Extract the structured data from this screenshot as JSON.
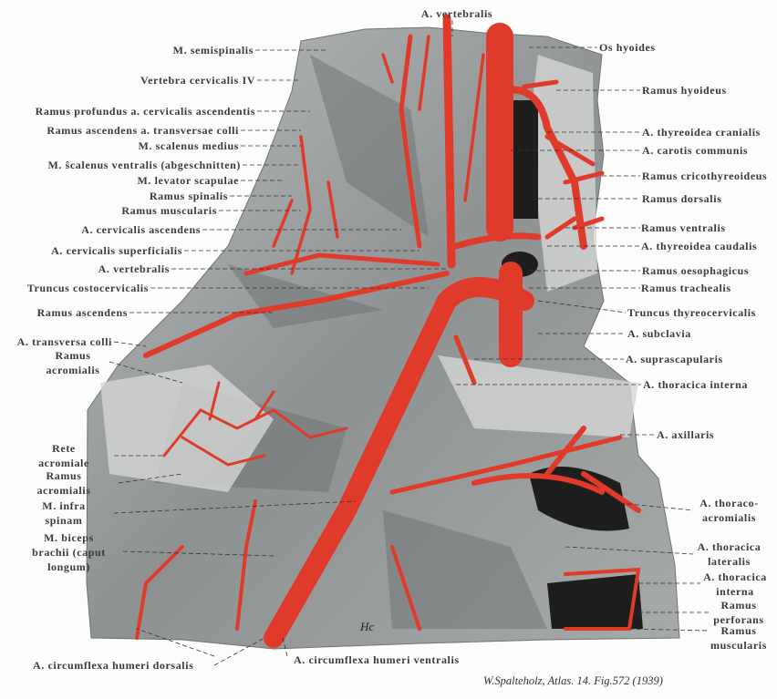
{
  "figure": {
    "credit": "W.Spalteholz, Atlas. 14. Fig.572 (1939)",
    "colors": {
      "artery": "#e03a2a",
      "tissue": "#9a9d9d",
      "background": "#fdfdfb",
      "text": "#3a3a3a"
    },
    "top_label": "A. vertebralis",
    "left_labels": [
      "M. semispinalis",
      "Vertebra cervicalis IV",
      "Ramus profundus a. cervicalis ascendentis",
      "Ramus ascendens a. transversae colli",
      "M. scalenus medius",
      "M. ŝcalenus ventralis (abgeschnitten)",
      "M. levator scapulae",
      "Ramus spinalis",
      "Ramus muscularis",
      "A. cervicalis ascendens",
      "A. cervicalis superficialis",
      "A. vertebralis",
      "Truncus costocervicalis",
      "Ramus ascendens",
      "A. transversa colli"
    ],
    "left_multiline": [
      [
        "Ramus",
        "acromialis"
      ],
      [
        "Rete",
        "acromiale"
      ],
      [
        "Ramus",
        "acromialis"
      ],
      [
        "M. infra",
        "spinam"
      ],
      [
        "M. biceps",
        "brachii (caput",
        "longum)"
      ]
    ],
    "right_labels": [
      "Os hyoides",
      "Ramus hyoideus",
      "A. thyreoidea cranialis",
      "A. carotis communis",
      "Ramus cricothyreoideus",
      "Ramus dorsalis",
      "Ramus ventralis",
      "A. thyreoidea caudalis",
      "Ramus oesophagicus",
      "Ramus trachealis",
      "Truncus thyreocervicalis",
      "A. subclavia",
      "A. suprascapularis",
      "A. thoracica interna",
      "A. axillaris"
    ],
    "right_multiline": [
      [
        "A. thoraco-",
        "acromialis"
      ],
      [
        "A. thoracica",
        "lateralis"
      ],
      [
        "A. thoracica",
        "interna"
      ],
      [
        "Ramus",
        "perforans"
      ],
      [
        "Ramus",
        "muscularis"
      ]
    ],
    "bottom_labels": [
      "A. circumflexa humeri dorsalis",
      "A. circumflexa humeri ventralis"
    ],
    "signature": "Hc"
  }
}
